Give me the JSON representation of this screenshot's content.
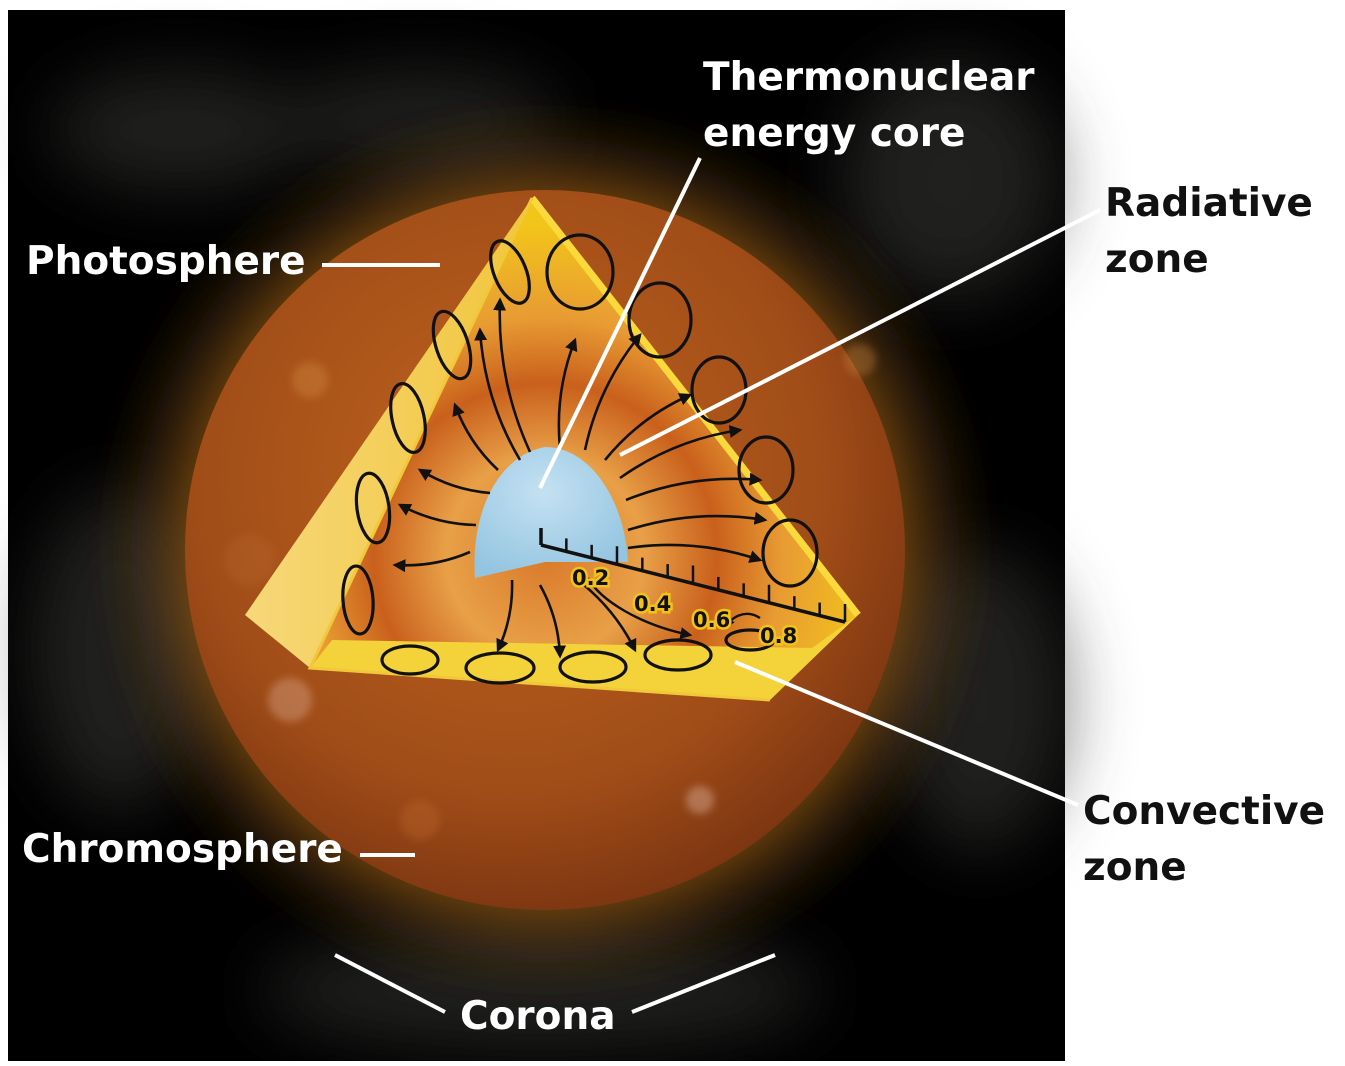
{
  "labels": {
    "core": [
      "Thermonuclear",
      "energy core"
    ],
    "radiative": [
      "Radiative",
      "zone"
    ],
    "photosphere": "Photosphere",
    "convective": [
      "Convective",
      "zone"
    ],
    "chromosphere": "Chromosphere",
    "corona": "Corona"
  },
  "scale": {
    "ticks": [
      "0.2",
      "0.4",
      "0.6",
      "0.8"
    ]
  },
  "colors": {
    "background": "#000000",
    "sphere": "#a14d18",
    "glow": "#d98a1f",
    "convective": "#f2c51a",
    "radiative": "#c9601c",
    "core": "#a8d2ea",
    "label_light": "#ffffff",
    "label_dark": "#111111"
  }
}
